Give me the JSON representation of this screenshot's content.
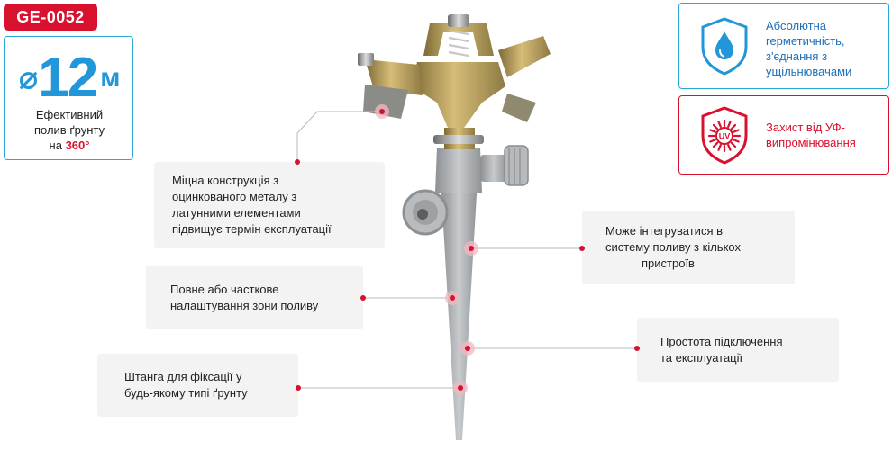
{
  "product_code": "GE-0052",
  "range": {
    "symbol": "⌀",
    "value": "12",
    "unit": "м",
    "desc_line1": "Ефективний",
    "desc_line2": "полив ґрунту",
    "desc_line3_prefix": "на ",
    "desc_degrees": "360°"
  },
  "features": {
    "sealing": {
      "line1": "Абсолютна",
      "line2": "герметичність,",
      "line3": "з'єднання з",
      "line4": "ущільнювачами"
    },
    "uv": {
      "line1": "Захист від УФ-",
      "line2": "випромінювання",
      "icon_label": "UV"
    }
  },
  "callouts": {
    "construction": {
      "line1": "Міцна конструкція з",
      "line2": "оцинкованого металу з",
      "line3": "латунними елементами",
      "line4": "підвищує термін експлуатації"
    },
    "integration": {
      "line1": "Може інтегруватися в",
      "line2": "систему поливу з кількох",
      "line3": "пристроїв"
    },
    "zone": {
      "line1": "Повне або часткове",
      "line2": "налаштування зони поливу"
    },
    "simplicity": {
      "line1": "Простота підключення",
      "line2": "та експлуатації"
    },
    "stake": {
      "line1": "Штанга для фіксації у",
      "line2": "будь-якому типі ґрунту"
    }
  },
  "colors": {
    "accent_red": "#d8112f",
    "accent_blue": "#2196d8",
    "callout_bg": "#f3f3f3",
    "brass": "#b59a55",
    "plastic_gray": "#a9acae"
  },
  "icons": {
    "water_drop": "water-drop-icon",
    "uv_sun": "uv-sun-icon"
  }
}
